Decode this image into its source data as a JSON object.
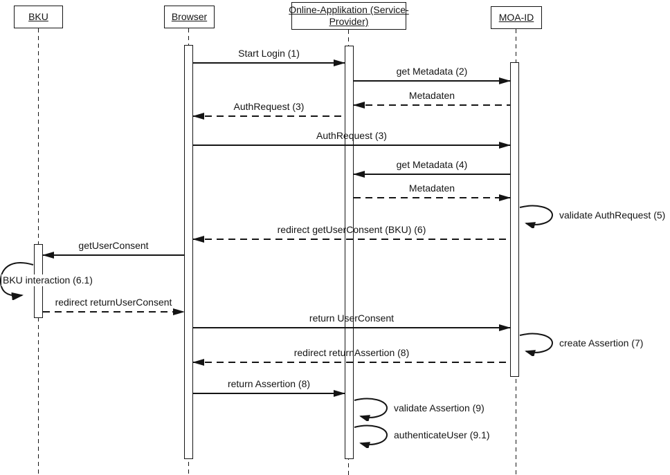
{
  "diagram": {
    "type": "uml-sequence-diagram",
    "background_color": "#ffffff",
    "line_color": "#141414",
    "actors": [
      {
        "name": "BKU",
        "lines": [
          "BKU"
        ]
      },
      {
        "name": "Browser",
        "lines": [
          "Browser"
        ]
      },
      {
        "name": "Online-Applikation (Service-Provider)",
        "lines": [
          "Online-Applikation (Service-",
          "Provider)"
        ]
      },
      {
        "name": "MOA-ID",
        "lines": [
          "MOA-ID"
        ]
      }
    ],
    "messages": [
      {
        "label": "Start Login (1)",
        "from": "Browser",
        "to": "Online-Applikation (Service-Provider)",
        "style": "solid"
      },
      {
        "label": "get Metadata (2)",
        "from": "Online-Applikation (Service-Provider)",
        "to": "MOA-ID",
        "style": "solid"
      },
      {
        "label": "Metadaten",
        "from": "MOA-ID",
        "to": "Online-Applikation (Service-Provider)",
        "style": "dashed"
      },
      {
        "label": "AuthRequest (3)",
        "from": "Online-Applikation (Service-Provider)",
        "to": "Browser",
        "style": "dashed"
      },
      {
        "label": "AuthRequest (3)",
        "from": "Browser",
        "to": "MOA-ID",
        "style": "solid"
      },
      {
        "label": "get Metadata (4)",
        "from": "MOA-ID",
        "to": "Online-Applikation (Service-Provider)",
        "style": "solid"
      },
      {
        "label": "Metadaten",
        "from": "Online-Applikation (Service-Provider)",
        "to": "MOA-ID",
        "style": "dashed"
      },
      {
        "label": "validate AuthRequest (5)",
        "from": "MOA-ID",
        "to": "MOA-ID",
        "style": "self"
      },
      {
        "label": "redirect getUserConsent (BKU) (6)",
        "from": "MOA-ID",
        "to": "Browser",
        "style": "dashed"
      },
      {
        "label": "getUserConsent",
        "from": "Browser",
        "to": "BKU",
        "style": "solid"
      },
      {
        "label": "BKU interaction (6.1)",
        "from": "BKU",
        "to": "BKU",
        "style": "self"
      },
      {
        "label": "redirect returnUserConsent",
        "from": "BKU",
        "to": "Browser",
        "style": "dashed"
      },
      {
        "label": "return UserConsent",
        "from": "Browser",
        "to": "MOA-ID",
        "style": "solid"
      },
      {
        "label": "create Assertion (7)",
        "from": "MOA-ID",
        "to": "MOA-ID",
        "style": "self"
      },
      {
        "label": "redirect returnAssertion (8)",
        "from": "MOA-ID",
        "to": "Browser",
        "style": "dashed"
      },
      {
        "label": "return Assertion (8)",
        "from": "Browser",
        "to": "Online-Applikation (Service-Provider)",
        "style": "solid"
      },
      {
        "label": "validate Assertion (9)",
        "from": "Online-Applikation (Service-Provider)",
        "to": "Online-Applikation (Service-Provider)",
        "style": "self"
      },
      {
        "label": "authenticateUser (9.1)",
        "from": "Online-Applikation (Service-Provider)",
        "to": "Online-Applikation (Service-Provider)",
        "style": "self"
      }
    ]
  }
}
